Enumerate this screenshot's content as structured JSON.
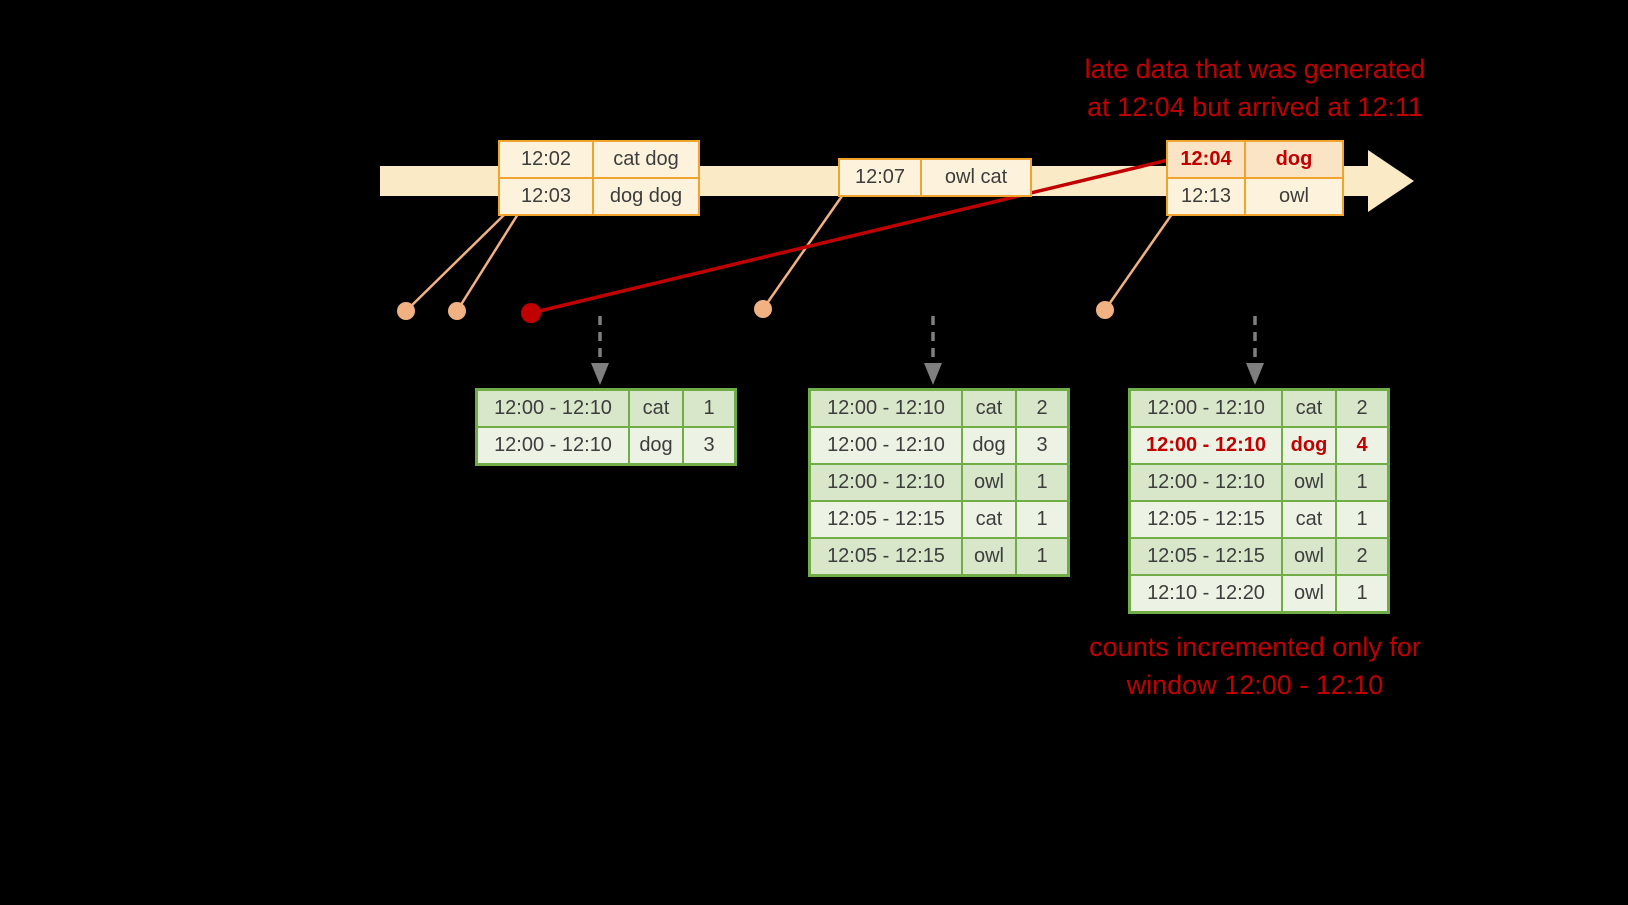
{
  "annotations": {
    "late_data_line1": "late data that was generated",
    "late_data_line2": "at 12:04 but arrived at 12:11",
    "counts_line1": "counts incremented only for",
    "counts_line2": "window 12:00 - 12:10"
  },
  "colors": {
    "background": "#000000",
    "annotation_red": "#c00000",
    "timeline_cream": "#fbeac6",
    "event_border_orange": "#f0a42e",
    "event_cell_cream": "#fdf3dc",
    "late_cell_peach": "#fbe3c6",
    "result_border_green": "#70ad47",
    "result_cell_dark": "#d8e6c9",
    "result_cell_light": "#ecf3e5",
    "dot_salmon": "#f2b183",
    "late_red": "#c00000",
    "trigger_gray": "#7f7f7f"
  },
  "event_tables": {
    "t1": {
      "rows": [
        {
          "time": "12:02",
          "words": "cat dog"
        },
        {
          "time": "12:03",
          "words": "dog dog"
        }
      ]
    },
    "t2": {
      "rows": [
        {
          "time": "12:07",
          "words": "owl cat"
        }
      ]
    },
    "t3": {
      "rows": [
        {
          "time": "12:04",
          "words": "dog"
        },
        {
          "time": "12:13",
          "words": "owl"
        }
      ]
    }
  },
  "result_tables": {
    "r1": {
      "rows": [
        [
          "12:00 - 12:10",
          "cat",
          "1"
        ],
        [
          "12:00 - 12:10",
          "dog",
          "3"
        ]
      ]
    },
    "r2": {
      "rows": [
        [
          "12:00 - 12:10",
          "cat",
          "2"
        ],
        [
          "12:00 - 12:10",
          "dog",
          "3"
        ],
        [
          "12:00 - 12:10",
          "owl",
          "1"
        ],
        [
          "12:05 - 12:15",
          "cat",
          "1"
        ],
        [
          "12:05 - 12:15",
          "owl",
          "1"
        ]
      ]
    },
    "r3": {
      "rows": [
        [
          "12:00 - 12:10",
          "cat",
          "2"
        ],
        [
          "12:00 - 12:10",
          "dog",
          "4"
        ],
        [
          "12:00 - 12:10",
          "owl",
          "1"
        ],
        [
          "12:05 - 12:15",
          "cat",
          "1"
        ],
        [
          "12:05 - 12:15",
          "owl",
          "2"
        ],
        [
          "12:10 - 12:20",
          "owl",
          "1"
        ]
      ]
    }
  }
}
